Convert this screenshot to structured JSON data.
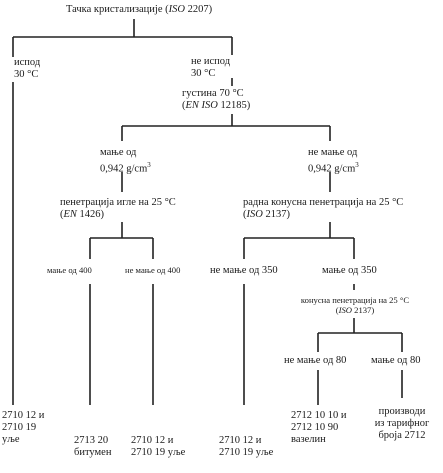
{
  "root": {
    "text_a": "Тачка кристализације (",
    "std": "ISO",
    "text_b": " 2207)"
  },
  "below30": {
    "line1": "испод",
    "line2": "30 °C"
  },
  "notBelow30": {
    "line1": "не испод",
    "line2": "30 °C"
  },
  "density": {
    "line1": "густина 70 °C",
    "line2_a": "(",
    "line2_std": "EN ISO",
    "line2_b": " 12185)"
  },
  "densLow": {
    "line1": "мање од",
    "line2_a": "0,942 g/cm",
    "line2_sup": "3"
  },
  "densHigh": {
    "line1": "не мање од",
    "line2_a": "0,942 g/cm",
    "line2_sup": "3"
  },
  "needle": {
    "line1": "пенетрација игле на 25 °C",
    "line2_a": "(",
    "line2_std": "EN",
    "line2_b": " 1426)"
  },
  "cone": {
    "line1": "радна конусна пенетрација на 25 °C",
    "line2_a": "(",
    "line2_std": "ISO",
    "line2_b": " 2137)"
  },
  "lt400": "мање од 400",
  "ge400": "не мање од 400",
  "ge350": "не мање од 350",
  "lt350": "мање од 350",
  "cone2": {
    "line1": "конусна пенетрација на 25 °C",
    "line2_a": "(",
    "line2_std": "ISO",
    "line2_b": " 2137)"
  },
  "ge80": "не мање од 80",
  "lt80": "мање од 80",
  "results": {
    "oils_left": [
      "2710 12 и",
      "2710 19",
      "уље"
    ],
    "bitumen": [
      "2713 20",
      "битумен"
    ],
    "oils_mid": [
      "2710 12 и",
      "2710 19 уље"
    ],
    "oils_right": [
      "2710 12 и",
      "2710 19 уље"
    ],
    "vaseline": [
      "2712 10 10 и",
      "2712 10 90",
      "вазелин"
    ],
    "products": [
      "производи",
      "из тарифног",
      "броја 2712"
    ]
  }
}
